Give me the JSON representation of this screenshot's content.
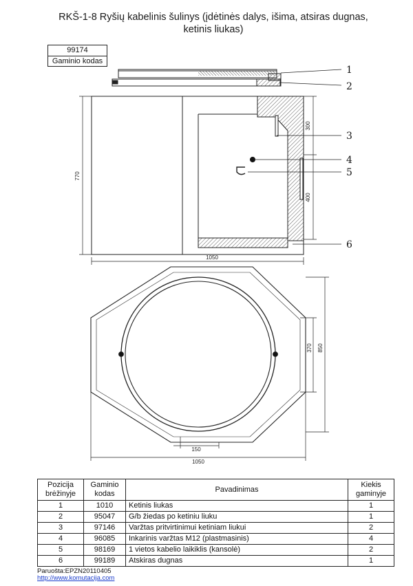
{
  "title": {
    "line1": "RKŠ-1-8 Ryšių kabelinis šulinys (įdėtinės dalys, išima, atsiras dugnas,",
    "line2": "ketinis liukas)"
  },
  "code_box": {
    "value": "99174",
    "label": "Gaminio kodas"
  },
  "drawing": {
    "section_dims": {
      "height": "770",
      "upper": "300",
      "lower": "400",
      "width": "1050"
    },
    "plan_dims": {
      "inner": "370",
      "outer": "850",
      "small": "150",
      "width": "1050"
    },
    "callouts": [
      "1",
      "2",
      "3",
      "4",
      "5",
      "6"
    ]
  },
  "table": {
    "headers": {
      "position": [
        "Pozicija",
        "brėžinyje"
      ],
      "code": [
        "Gaminio",
        "kodas"
      ],
      "name": "Pavadinimas",
      "qty": [
        "Kiekis",
        "gaminyje"
      ]
    },
    "rows": [
      {
        "pos": "1",
        "code": "1010",
        "name": "Ketinis liukas",
        "qty": "1"
      },
      {
        "pos": "2",
        "code": "95047",
        "name": "G/b žiedas po ketiniu liuku",
        "qty": "1"
      },
      {
        "pos": "3",
        "code": "97146",
        "name": "Varžtas pritvirtinimui ketiniam liukui",
        "qty": "2"
      },
      {
        "pos": "4",
        "code": "96085",
        "name": "Inkarinis varžtas M12 (plastmasinis)",
        "qty": "4"
      },
      {
        "pos": "5",
        "code": "98169",
        "name": "1 vietos kabelio laikiklis (kansolė)",
        "qty": "2"
      },
      {
        "pos": "6",
        "code": "99189",
        "name": "Atskiras dugnas",
        "qty": "1"
      }
    ]
  },
  "footer": {
    "prepared": "Paruošta:EPZN20110405",
    "url": "http://www.komutacija.com"
  }
}
